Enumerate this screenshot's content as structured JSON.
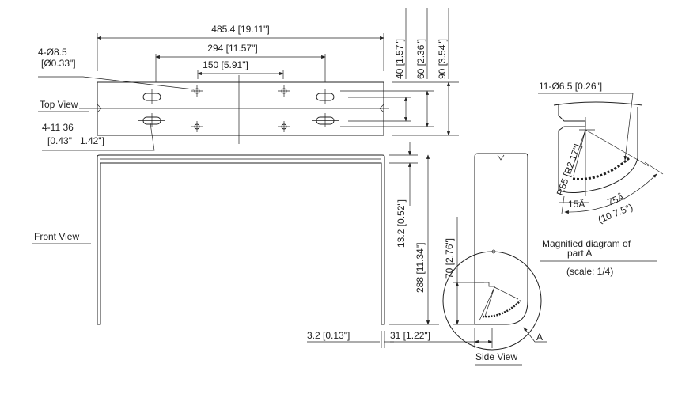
{
  "top_view": {
    "label": "Top View",
    "dim_overall": "485.4 [19.11\"]",
    "dim_slots": "294 [11.57\"]",
    "dim_holes": "150 [5.91\"]",
    "hole_callout_1": "4-Ø8.5",
    "hole_callout_2": "[Ø0.33\"]",
    "slot_callout_1": "4-11  36",
    "slot_callout_2": "[0.43\"   1.42\"]",
    "dim_40": "40 [1.57\"]",
    "dim_60": "60 [2.36\"]",
    "dim_90": "90 [3.54\"]"
  },
  "front_view": {
    "label": "Front View",
    "dim_13": "13.2 [0.52\"]",
    "dim_288": "288 [11.34\"]",
    "dim_thickness": "3.2 [0.13\"]"
  },
  "side_view": {
    "label": "Side View",
    "dim_70": "70 [2.76\"]",
    "dim_31": "31 [1.22\"]",
    "detail_marker": "A"
  },
  "detail": {
    "hole_callout": "11-Ø6.5 [0.26\"]",
    "radius": "R55 [R2.17\"]",
    "angle_15": "15Â",
    "angle_75": "75Â",
    "angle_note": "(10 7.5°)",
    "caption_1": "Magnified diagram of",
    "caption_2": "part A",
    "scale": "(scale: 1/4)"
  }
}
